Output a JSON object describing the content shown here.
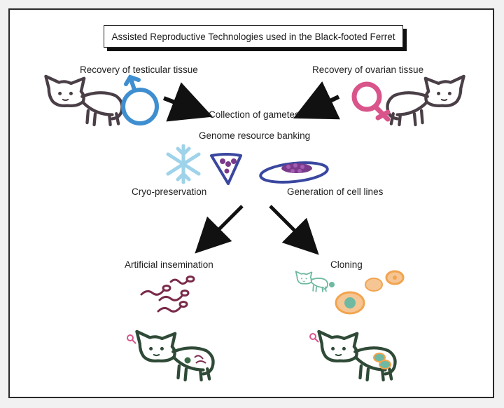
{
  "title": "Assisted Reproductive Technologies used in the Black-footed Ferret",
  "labels": {
    "testicular": "Recovery of testicular tissue",
    "ovarian": "Recovery of ovarian tissue",
    "gametes": "Collection of gametes",
    "banking": "Genome resource banking",
    "cryo": "Cryo-preservation",
    "cell_lines": "Generation of cell lines",
    "insemination": "Artificial insemination",
    "cloning": "Cloning"
  },
  "colors": {
    "ferret_top": "#4a3f46",
    "ferret_bottom": "#2f4a37",
    "male_symbol": "#3f8fd0",
    "female_symbol": "#d9548a",
    "snowflake": "#9fd3ea",
    "straw": "#3a47a0",
    "cells": "#7a3a8a",
    "sperm": "#7a2a4a",
    "clone_ferret": "#6fb9a3",
    "egg": "#f2a44f",
    "arrow": "#111111"
  },
  "icons": [
    "ferret-icon",
    "male-symbol-icon",
    "female-symbol-icon",
    "snowflake-icon",
    "straw-icon",
    "petri-dish-icon",
    "sperm-icon",
    "egg-cell-icon",
    "arrow-icon"
  ]
}
